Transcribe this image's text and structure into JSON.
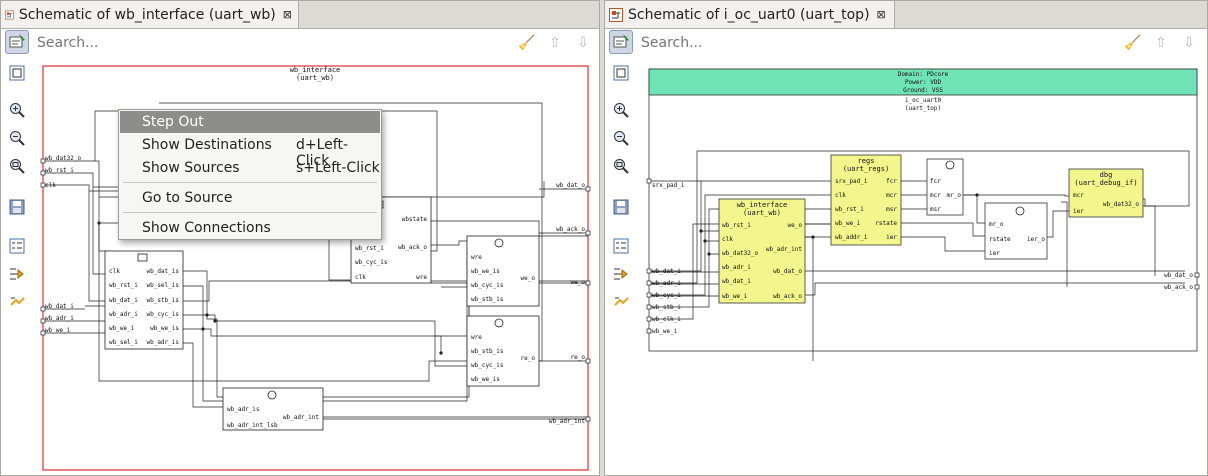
{
  "left": {
    "tab_title": "Schematic of wb_interface (uart_wb)",
    "close_glyph": "⊠",
    "search_placeholder": "Search...",
    "frame_title": [
      "wb_interface",
      "(uart_wb)"
    ],
    "ports_in": [
      "wb_dat32_o",
      "wb_rst_i",
      "clk",
      "wb_dat_i",
      "wb_adr_i",
      "wb_we_i"
    ],
    "ports_out": [
      "wb_dat_o",
      "wb_ack_o",
      "we_o",
      "re_o",
      "wb_adr_int"
    ],
    "block_a": {
      "left": [
        "clk",
        "wb_rst_i",
        "wb_dat_i",
        "wb_adr_i",
        "wb_we_i",
        "wb_sel_i"
      ],
      "right": [
        "wb_dat_is",
        "wb_sel_is",
        "wb_stb_is",
        "wb_cyc_is",
        "wb_we_is",
        "wb_adr_is"
      ]
    },
    "block_b": {
      "left": [
        "wb_rst_i",
        "wb_cyc_is",
        "clk"
      ],
      "right": [
        "wbstate",
        "wb_ack_o",
        "wre"
      ],
      "cut": "s"
    },
    "block_c": {
      "left": [
        "wre",
        "wb_we_is",
        "wb_cyc_is",
        "wb_stb_is"
      ],
      "right": [
        "we_o"
      ]
    },
    "block_d": {
      "left": [
        "wre",
        "wb_stb_is",
        "wb_cyc_is",
        "wb_we_is"
      ],
      "right": [
        "re_o"
      ]
    },
    "block_e": {
      "left": [
        "wb_adr_is",
        "wb_adr_int_lsb"
      ],
      "right": [
        "wb_adr_int"
      ]
    },
    "context_menu": [
      {
        "label": "Step Out",
        "shortcut": ""
      },
      {
        "label": "Show Destinations",
        "shortcut": "d+Left-Click"
      },
      {
        "label": "Show Sources",
        "shortcut": "s+Left-Click"
      },
      {
        "label": "Go to Source",
        "shortcut": ""
      },
      {
        "label": "Show Connections",
        "shortcut": ""
      }
    ]
  },
  "right": {
    "tab_title": "Schematic of i_oc_uart0 (uart_top)",
    "close_glyph": "⊠",
    "search_placeholder": "Search...",
    "domain_lines": [
      "Domain: PDcore",
      "Power: VDD",
      "Ground: VSS"
    ],
    "frame_title": [
      "i_oc_uart0",
      "(uart_top)"
    ],
    "ports_in": [
      "srx_pad_i",
      "wb_dat_i",
      "wb_adr_i",
      "wb_cyc_i",
      "wb_stb_i",
      "wb_clk_i",
      "wb_we_i"
    ],
    "ports_out": [
      "wb_dat_o",
      "wb_ack_o"
    ],
    "regs": {
      "title": [
        "regs",
        "(uart_regs)"
      ],
      "left": [
        "srx_pad_i",
        "clk",
        "wb_rst_i",
        "wb_we_i",
        "wb_addr_i"
      ],
      "right": [
        "fcr",
        "mcr",
        "msr",
        "rstate",
        "ier"
      ]
    },
    "dbg": {
      "title": [
        "dbg",
        "(uart_debug_if)"
      ],
      "left": [
        "mcr",
        "ier"
      ],
      "right": [
        "wb_dat32_o"
      ]
    },
    "wbi": {
      "title": [
        "wb_interface",
        "(uart_wb)"
      ],
      "left": [
        "wb_rst_i",
        "clk",
        "wb_dat32_o",
        "wb_adr_i",
        "wb_dat_i",
        "wb_we_i"
      ],
      "right": [
        "we_o",
        "wb_adr_int",
        "wb_dat_o",
        "wb_ack_o"
      ]
    },
    "or1": {
      "left": [
        "fcr",
        "mcr",
        "msr"
      ],
      "right": [
        "mr_o"
      ]
    },
    "or2": {
      "left": [
        "mr_o",
        "rstate",
        "ier"
      ],
      "right": [
        "ier_o"
      ]
    }
  },
  "colors": {
    "frame_red": "#e03030",
    "domain": "#6fe3b6",
    "module_fill": "#f3f68c",
    "highlight": "#8d8d8b"
  },
  "icons": [
    "schematic-icon",
    "close-icon",
    "search-icon",
    "eraser-icon",
    "arrow-up-icon",
    "arrow-down-icon",
    "fit-icon",
    "zoom-in-icon",
    "zoom-out-icon",
    "zoom-fit-icon",
    "save-icon",
    "checklist-icon",
    "step-in-icon",
    "step-out-icon"
  ]
}
